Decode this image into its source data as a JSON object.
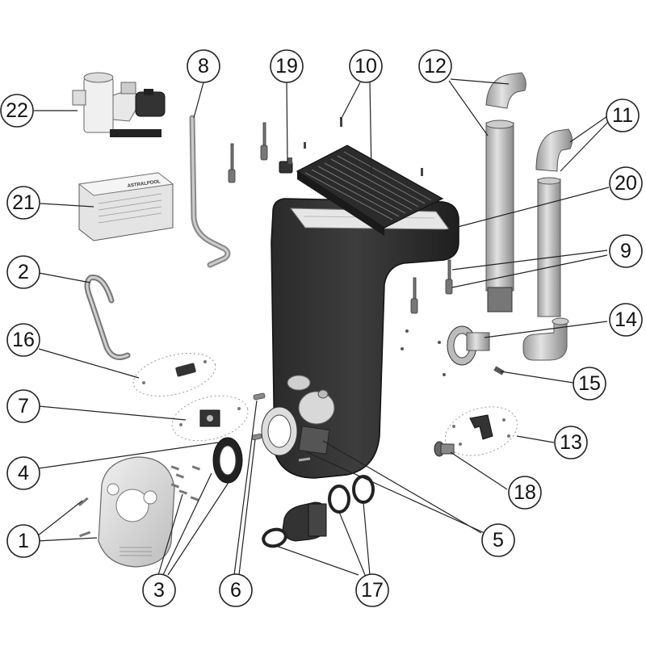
{
  "diagram": {
    "brand_label": "ASTRALPOOL",
    "callouts": [
      {
        "id": "c1",
        "label": "1"
      },
      {
        "id": "c2",
        "label": "2"
      },
      {
        "id": "c3",
        "label": "3"
      },
      {
        "id": "c4",
        "label": "4"
      },
      {
        "id": "c5",
        "label": "5"
      },
      {
        "id": "c6",
        "label": "6"
      },
      {
        "id": "c7",
        "label": "7"
      },
      {
        "id": "c8",
        "label": "8"
      },
      {
        "id": "c9",
        "label": "9"
      },
      {
        "id": "c10",
        "label": "10"
      },
      {
        "id": "c11",
        "label": "11"
      },
      {
        "id": "c12",
        "label": "12"
      },
      {
        "id": "c13",
        "label": "13"
      },
      {
        "id": "c14",
        "label": "14"
      },
      {
        "id": "c15",
        "label": "15"
      },
      {
        "id": "c16",
        "label": "16"
      },
      {
        "id": "c17",
        "label": "17"
      },
      {
        "id": "c18",
        "label": "18"
      },
      {
        "id": "c19",
        "label": "19"
      },
      {
        "id": "c20",
        "label": "20"
      },
      {
        "id": "c21",
        "label": "21"
      },
      {
        "id": "c22",
        "label": "22"
      }
    ]
  }
}
